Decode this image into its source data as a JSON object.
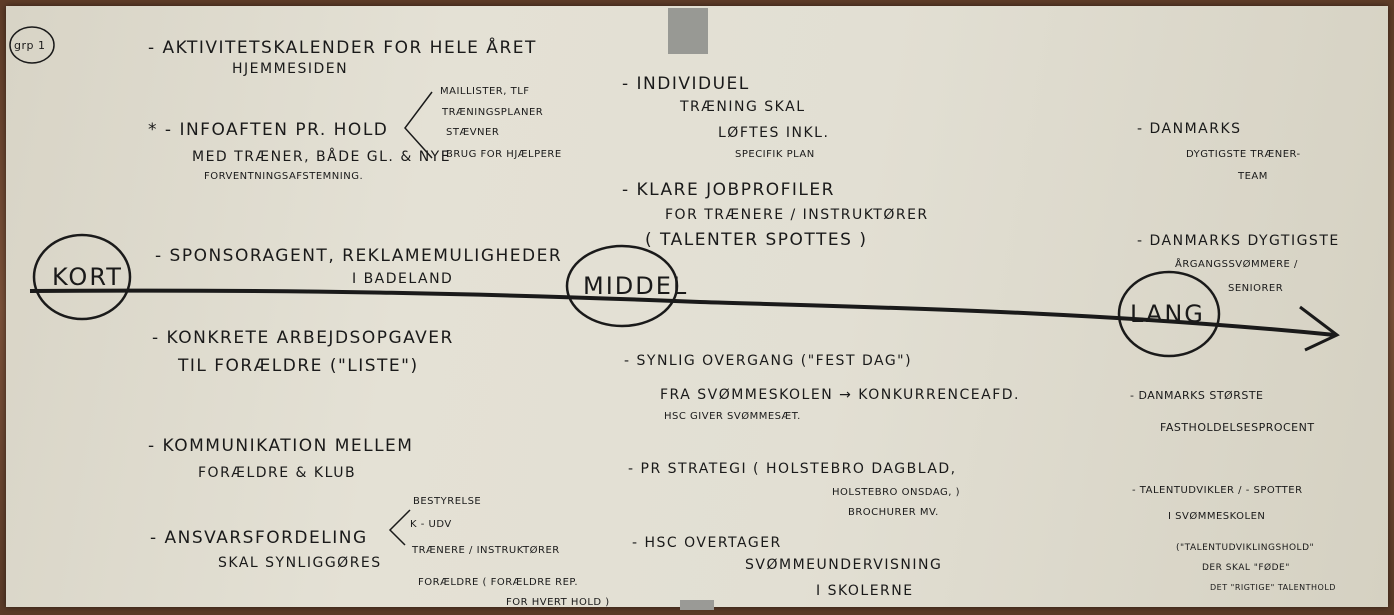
{
  "group": "grp 1",
  "timeline": {
    "short": "KORT",
    "middle": "MIDDEL",
    "long": "LANG"
  },
  "left": {
    "a1": "- AKTIVITETSKALENDER FOR HELE ÅRET",
    "a2": "HJEMMESIDEN",
    "b1": "* - INFOAFTEN PR. HOLD",
    "b2": "MED TRÆNER, BÅDE GL. & NYE",
    "b3": "FORVENTNINGSAFSTEMNING.",
    "b_items": [
      "MAILLISTER, TLF",
      "TRÆNINGSPLANER",
      "STÆVNER",
      "BRUG FOR HJÆLPERE"
    ],
    "c1": "- SPONSORAGENT, REKLAMEMULIGHEDER",
    "c2": "I BADELAND",
    "d1": "- KONKRETE ARBEJDSOPGAVER",
    "d2": "TIL FORÆLDRE (\"LISTE\")",
    "e1": "- KOMMUNIKATION MELLEM",
    "e2": "FORÆLDRE & KLUB",
    "f1": "- ANSVARSFORDELING",
    "f2": "SKAL SYNLIGGØRES",
    "f_items": [
      "BESTYRELSE",
      "K - UDV",
      "TRÆNERE / INSTRUKTØRER",
      "FORÆLDRE ( FORÆLDRE REP.",
      "FOR HVERT HOLD )"
    ]
  },
  "middle": {
    "a1": "- INDIVIDUEL",
    "a2": "TRÆNING SKAL",
    "a3": "LØFTES INKL.",
    "a4": "SPECIFIK PLAN",
    "b1": "- KLARE JOBPROFILER",
    "b2": "FOR TRÆNERE / INSTRUKTØRER",
    "b3": "( TALENTER SPOTTES )",
    "c1": "- SYNLIG OVERGANG (\"FEST DAG\")",
    "c2": "FRA SVØMMESKOLEN → KONKURRENCEAFD.",
    "c3": "HSC GIVER SVØMMESÆT.",
    "d1": "- PR STRATEGI ( HOLSTEBRO DAGBLAD,",
    "d2": "HOLSTEBRO ONSDAG, )",
    "d3": "BROCHURER MV.",
    "e1": "- HSC OVERTAGER",
    "e2": "SVØMMEUNDERVISNING",
    "e3": "I SKOLERNE"
  },
  "right": {
    "a1": "- DANMARKS",
    "a2": "DYGTIGSTE TRÆNER-",
    "a3": "TEAM",
    "b1": "- DANMARKS DYGTIGSTE",
    "b2": "ÅRGANGSSVØMMERE /",
    "b3": "SENIORER",
    "c1": "- DANMARKS STØRSTE",
    "c2": "FASTHOLDELSESPROCENT",
    "d1": "- TALENTUDVIKLER / - SPOTTER",
    "d2": "I SVØMMESKOLEN",
    "d3": "(\"TALENTUDVIKLINGSHOLD\"",
    "d4": "DER SKAL \"FØDE\"",
    "d5": "DET \"RIGTIGE\" TALENTHOLD"
  },
  "colors": {
    "ink": "#1a1a1a",
    "paper": "#e2dfd3",
    "floor": "#6b4630",
    "tape": "#8b8c88"
  }
}
